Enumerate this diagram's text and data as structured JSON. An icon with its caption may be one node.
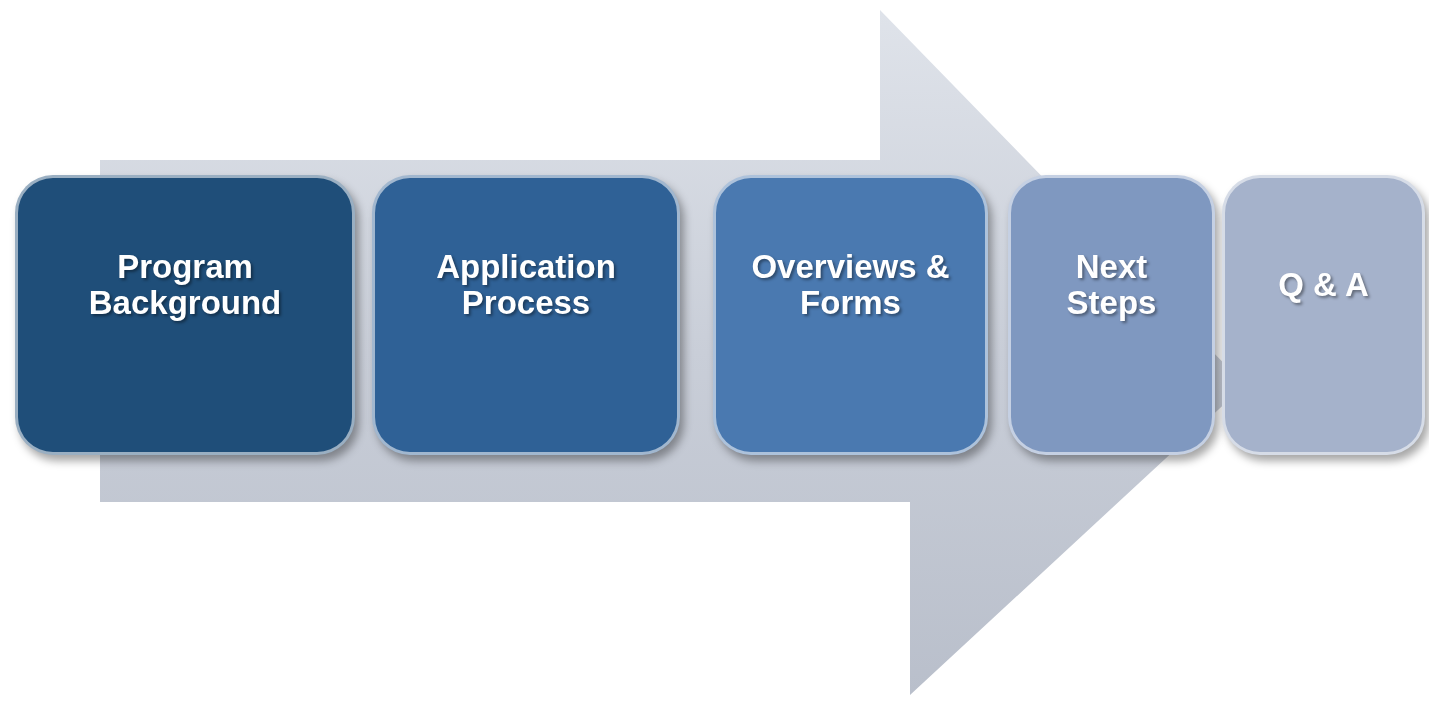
{
  "diagram": {
    "nodes": [
      {
        "text": [
          "Program Background"
        ]
      },
      {
        "text": [
          "Application Process"
        ]
      },
      {
        "text": [
          "Overviews & Forms"
        ]
      },
      {
        "text": [
          "Next Steps"
        ]
      },
      {
        "text": [
          "Q & A"
        ]
      }
    ],
    "edges": [
      {
        "from": 0,
        "to": 4,
        "arrow": "to"
      }
    ]
  }
}
